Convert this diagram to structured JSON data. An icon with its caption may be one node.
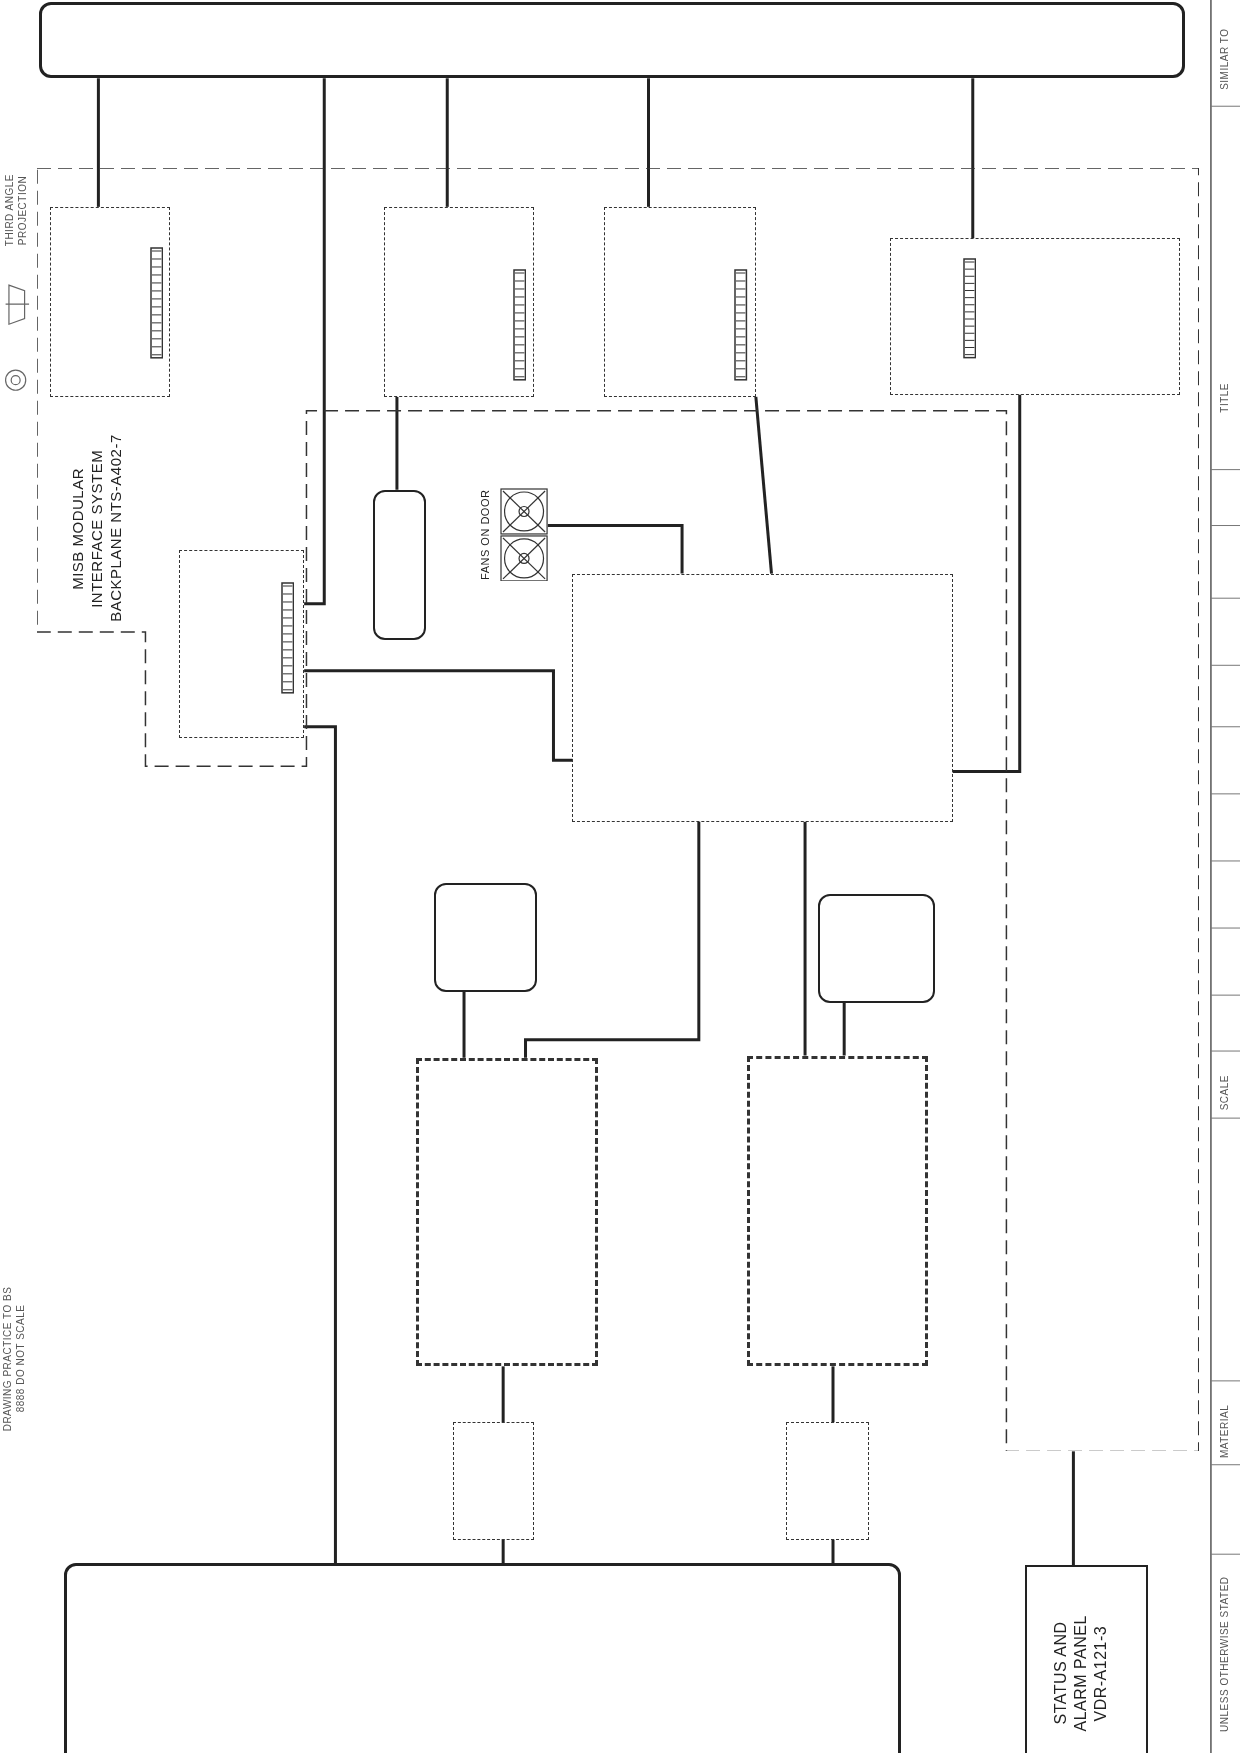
{
  "diagram": {
    "nodes": [
      {
        "text": [],
        "shape": "box"
      },
      {
        "text": [
          "MISB MODULAR INTERFACE SYSTEM BACKPLANE NTS-A402-7"
        ]
      },
      {
        "text": [],
        "shape": "box",
        "in": 1
      },
      {
        "text": [],
        "shape": "box",
        "in": 1
      },
      {
        "text": [],
        "shape": "box",
        "in": 1
      },
      {
        "text": [],
        "shape": "box",
        "in": 1
      },
      {
        "text": [],
        "shape": "box",
        "in": 1
      },
      {
        "text": [],
        "shape": "box"
      },
      {
        "text": [],
        "shape": "picture",
        "beside": [
          "FANS ON DOOR"
        ]
      },
      {
        "text": [],
        "shape": "box"
      },
      {
        "text": [],
        "shape": "box"
      },
      {
        "text": [],
        "shape": "box"
      },
      {
        "text": [],
        "shape": "box"
      },
      {
        "text": [],
        "shape": "box"
      },
      {
        "text": [],
        "shape": "box"
      },
      {
        "text": [],
        "shape": "box"
      },
      {
        "text": [],
        "shape": "box"
      },
      {
        "text": [
          "STATUS AND ALARM PANEL VDR-A121-3"
        ]
      }
    ],
    "edges": [
      {
        "from": 0,
        "to": 2,
        "arrow": "none"
      },
      {
        "from": 0,
        "to": 3,
        "arrow": "none"
      },
      {
        "from": 0,
        "to": 4,
        "arrow": "none"
      },
      {
        "from": 0,
        "to": 5,
        "arrow": "none"
      },
      {
        "from": 0,
        "to": 6,
        "arrow": "none"
      },
      {
        "from": 3,
        "to": 7,
        "arrow": "none"
      },
      {
        "from": 8,
        "to": 9,
        "arrow": "none"
      },
      {
        "from": 4,
        "to": 9,
        "arrow": "none"
      },
      {
        "from": 5,
        "to": 9,
        "arrow": "none"
      },
      {
        "from": 6,
        "to": 9,
        "arrow": "none"
      },
      {
        "from": 9,
        "to": 12,
        "arrow": "none"
      },
      {
        "from": 9,
        "to": 13,
        "arrow": "none"
      },
      {
        "from": 10,
        "to": 12,
        "arrow": "none"
      },
      {
        "from": 11,
        "to": 13,
        "arrow": "none"
      },
      {
        "from": 12,
        "to": 14,
        "arrow": "none"
      },
      {
        "from": 13,
        "to": 15,
        "arrow": "none"
      },
      {
        "from": 14,
        "to": 16,
        "arrow": "none"
      },
      {
        "from": 15,
        "to": 16,
        "arrow": "none"
      },
      {
        "from": 17,
        "to": 1,
        "arrow": "none"
      },
      {
        "from": 6,
        "to": 16,
        "arrow": "none"
      }
    ],
    "labels": [
      "THIRD ANGLE PROJECTION",
      "SIMILAR TO",
      "TITLE",
      "SCALE",
      "DRAWING PRACTICE TO BS 8888 DO NOT SCALE",
      "MATERIAL",
      "UNLESS OTHERWISE STATED"
    ]
  }
}
